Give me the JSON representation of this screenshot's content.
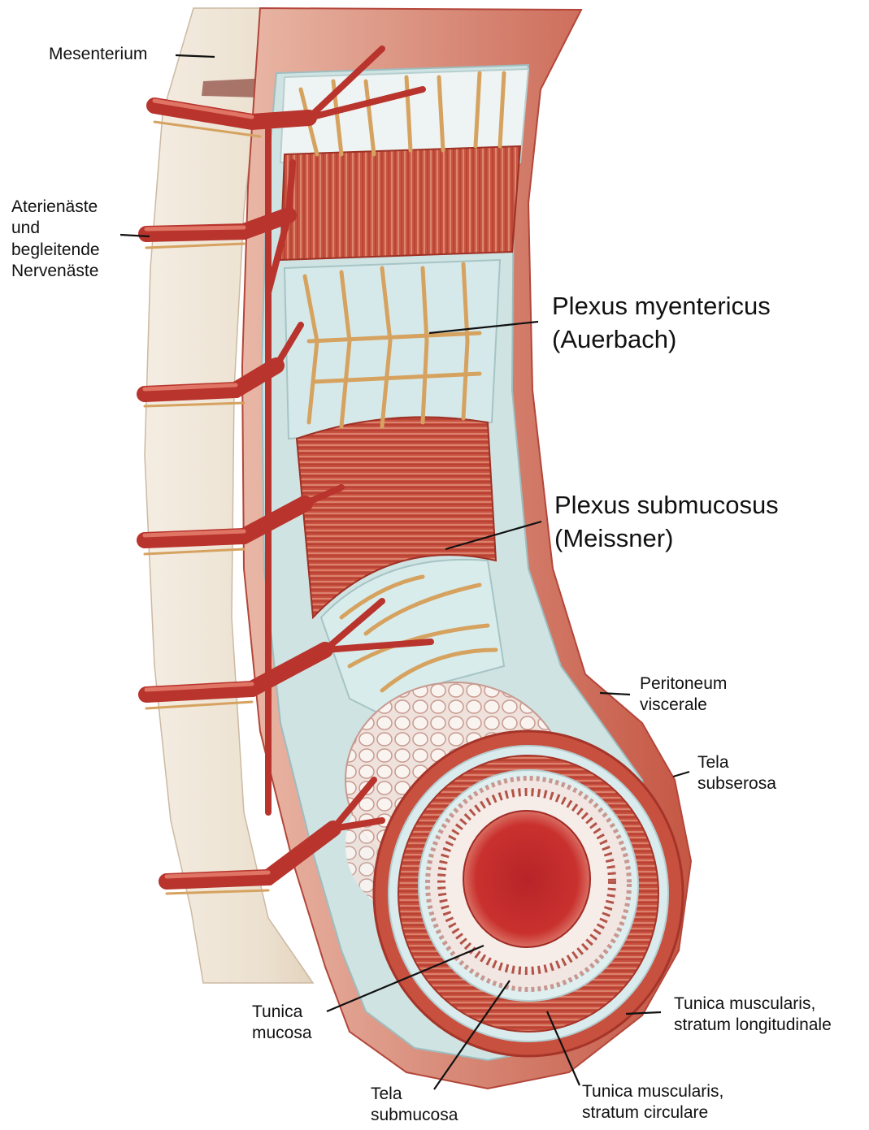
{
  "labels": {
    "mesenterium": "Mesenterium",
    "arteries": "Aterienäste\nund\nbegleitende\nNervenäste",
    "plexus_myentericus": "Plexus myentericus\n(Auerbach)",
    "plexus_submucosus": "Plexus submucosus\n(Meissner)",
    "peritoneum": "Peritoneum\nviscerale",
    "tela_subserosa": "Tela\nsubserosa",
    "tunica_mucosa": "Tunica\nmucosa",
    "tela_submucosa": "Tela\nsubmucosa",
    "tunica_circular": "Tunica muscularis,\nstratum circulare",
    "tunica_longitudinal": "Tunica muscularis,\nstratum longitudinale"
  },
  "colors": {
    "muscle": "#c8473a",
    "muscle_dark": "#a5302a",
    "artery": "#b8342c",
    "nerve": "#d9a769",
    "serosa_tint": "#b8dbe0",
    "mesentery": "#efe6d8",
    "lumen": "#c9312e"
  }
}
